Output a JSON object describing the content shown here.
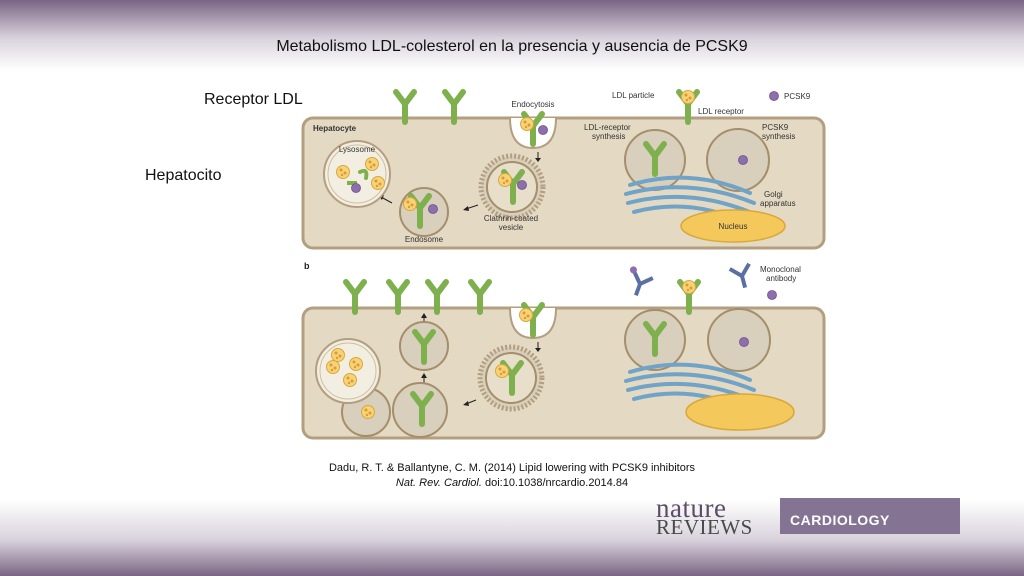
{
  "slide": {
    "title": "Metabolismo  LDL-colesterol en la presencia y ausencia de PCSK9",
    "label_receptor": "Receptor  LDL",
    "label_hepatocito": "Hepatocito"
  },
  "figure": {
    "panel_a": {
      "hepatocyte": "Hepatocyte",
      "endocytosis": "Endocytosis",
      "ldl_particle": "LDL particle",
      "ldl_receptor": "LDL receptor",
      "pcsk9": "PCSK9",
      "lysosome": "Lysosome",
      "ldl_receptor_synthesis_1": "LDL-receptor",
      "ldl_receptor_synthesis_2": "synthesis",
      "pcsk9_synthesis_1": "PCSK9",
      "pcsk9_synthesis_2": "synthesis",
      "golgi_1": "Golgi",
      "golgi_2": "apparatus",
      "nucleus": "Nucleus",
      "clathrin_1": "Clathrin-coated",
      "clathrin_2": "vesicle",
      "endosome": "Endosome"
    },
    "panel_b": {
      "label": "b",
      "antibody_1": "Monoclonal",
      "antibody_2": "antibody"
    }
  },
  "citation": {
    "line1": "Dadu, R. T. & Ballantyne, C. M. (2014) Lipid lowering with PCSK9 inhibitors",
    "journal": "Nat. Rev. Cardiol.",
    "doi": " doi:10.1038/nrcardio.2014.84"
  },
  "logo": {
    "nature": "nature",
    "reviews": "REVIEWS",
    "cardiology": "CARDIOLOGY"
  },
  "colors": {
    "cell_fill": "#e4d9c3",
    "cell_border": "#b39f7f",
    "receptor": "#7fb04e",
    "pcsk9": "#8e6fae",
    "golgi": "#6fa3c8",
    "nucleus": "#f4c85a",
    "logo_bar": "#857394"
  }
}
